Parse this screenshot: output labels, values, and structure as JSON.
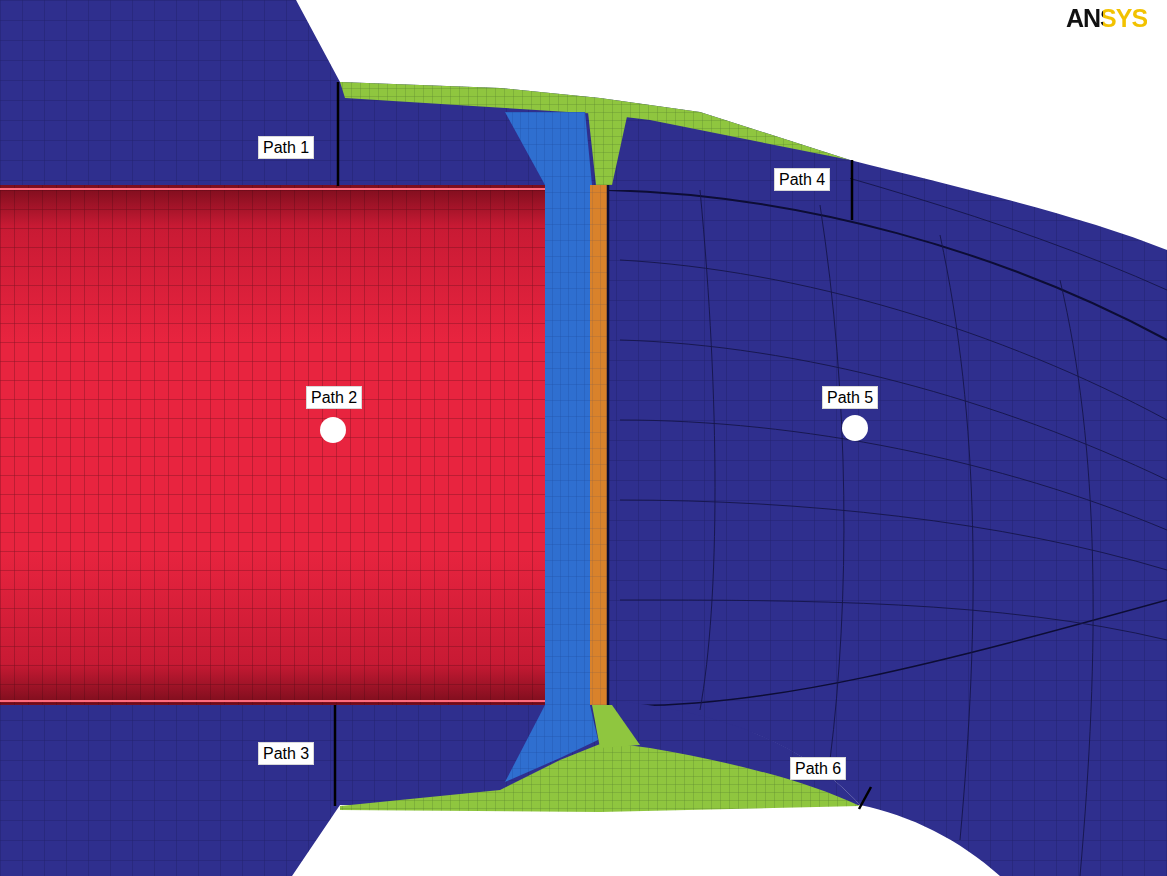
{
  "diagram": {
    "labels": [
      "ANSYS",
      "Path 1",
      "Path 2",
      "Path 3",
      "Path 4",
      "Path 5",
      "Path 6"
    ]
  }
}
